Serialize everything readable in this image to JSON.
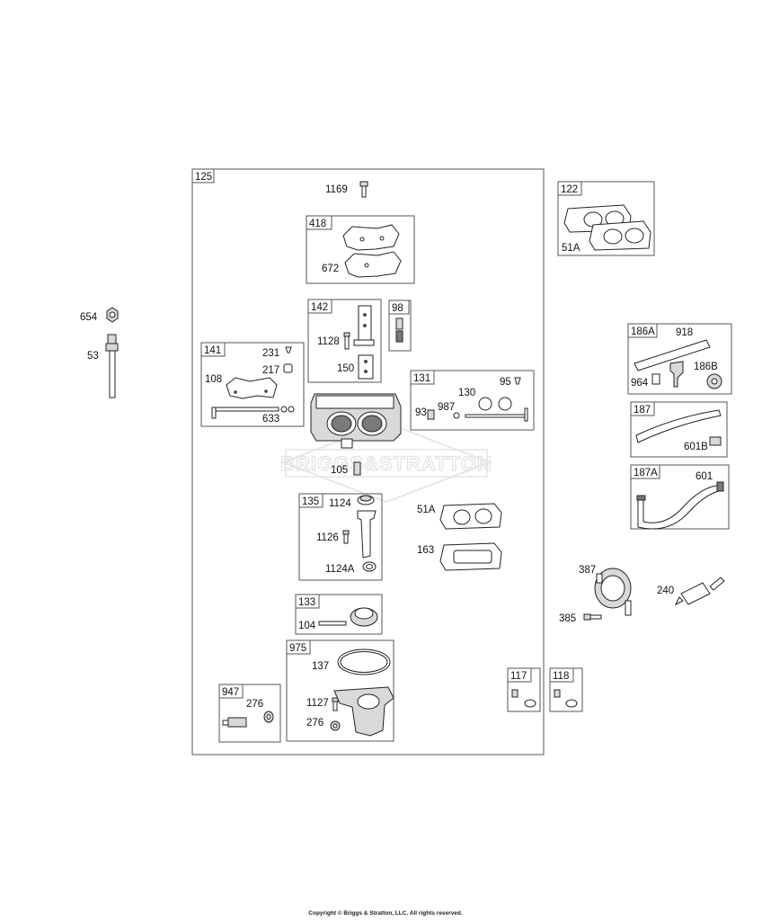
{
  "watermark": "BRIGGS&STRATTON",
  "copyright": "Copyright © Briggs & Stratton, LLC. All rights reserved.",
  "boxes": {
    "b125": "125",
    "b418": "418",
    "b142": "142",
    "b98": "98",
    "b141": "141",
    "b131": "131",
    "b135": "135",
    "b133": "133",
    "b975": "975",
    "b947": "947",
    "b117": "117",
    "b118": "118",
    "b122": "122",
    "b186A": "186A",
    "b187": "187",
    "b187A": "187A"
  },
  "labels": {
    "l654": "654",
    "l53": "53",
    "l1169": "1169",
    "l672": "672",
    "l1128": "1128",
    "l150": "150",
    "l231": "231",
    "l217": "217",
    "l108": "108",
    "l633": "633",
    "l95": "95",
    "l130": "130",
    "l93": "93",
    "l987": "987",
    "l105": "105",
    "l1124": "1124",
    "l1126": "1126",
    "l1124A": "1124A",
    "l51A_mid": "51A",
    "l163": "163",
    "l104": "104",
    "l137": "137",
    "l1127": "1127",
    "l276_975": "276",
    "l276_947": "276",
    "l51A_top": "51A",
    "l918": "918",
    "l964": "964",
    "l186B": "186B",
    "l601B": "601B",
    "l601": "601",
    "l387": "387",
    "l240": "240",
    "l385": "385"
  }
}
